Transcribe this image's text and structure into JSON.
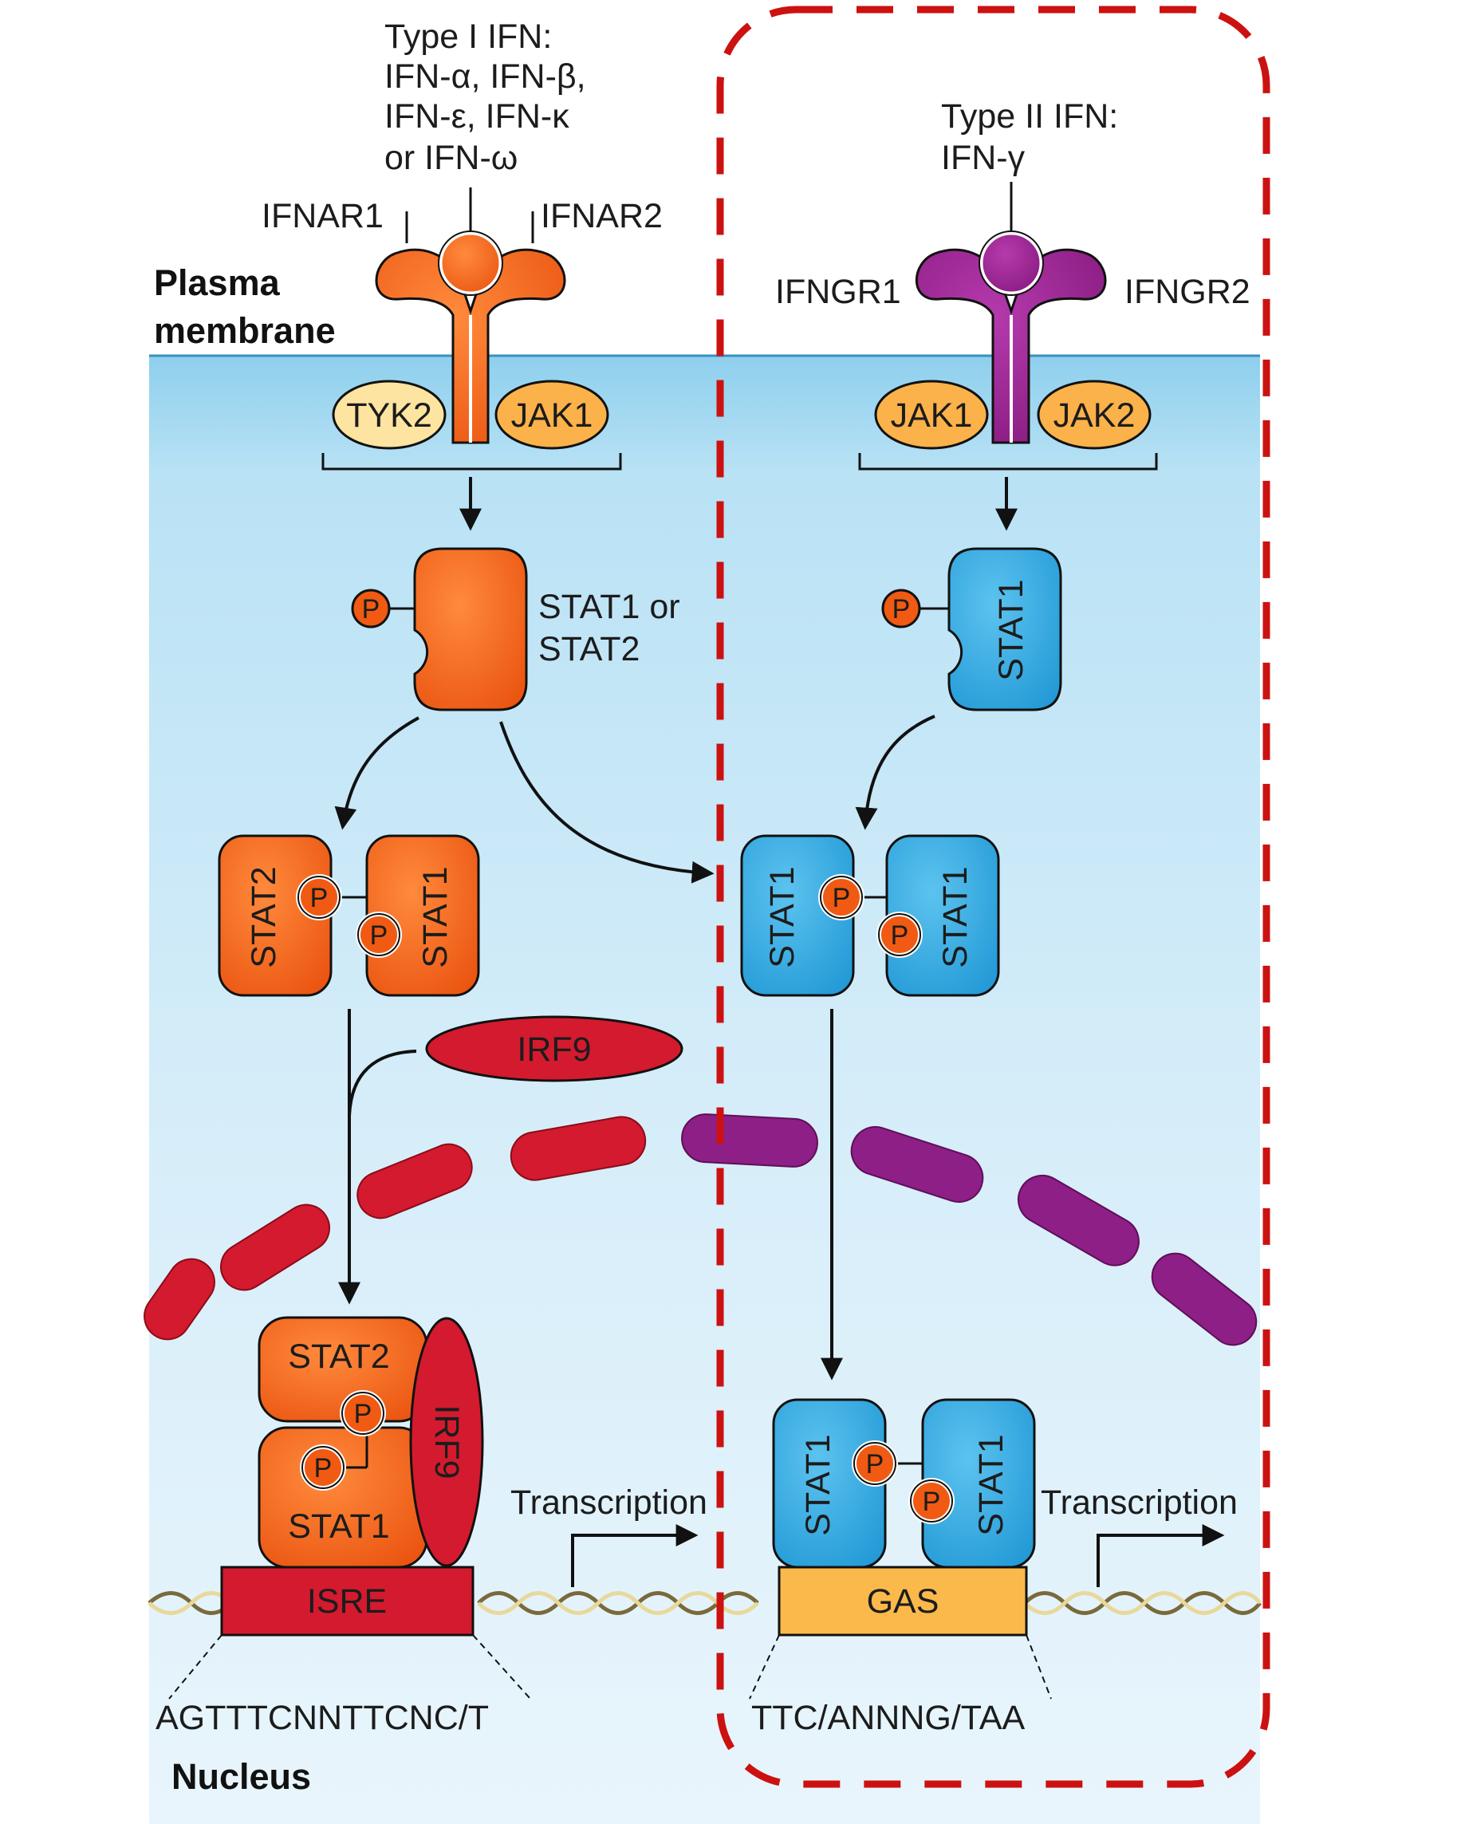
{
  "type1": {
    "title_lines": [
      "Type I IFN:",
      "IFN-α, IFN-β,",
      "IFN-ε, IFN-κ",
      "or IFN-ω"
    ],
    "receptor_left": "IFNAR1",
    "receptor_right": "IFNAR2",
    "kinase_left": "TYK2",
    "kinase_right": "JAK1",
    "stat_label_lines": [
      "STAT1 or",
      "STAT2"
    ],
    "dimer_left": "STAT2",
    "dimer_right": "STAT1",
    "irf9": "IRF9",
    "complex_top": "STAT2",
    "complex_bottom": "STAT1",
    "complex_irf9": "IRF9",
    "element": "ISRE",
    "transcription": "Transcription",
    "sequence": "AGTTTCNNTTCNC/T"
  },
  "type2": {
    "title_lines": [
      "Type II IFN:",
      "IFN-γ"
    ],
    "receptor_left": "IFNGR1",
    "receptor_right": "IFNGR2",
    "kinase_left": "JAK1",
    "kinase_right": "JAK2",
    "stat_monomer": "STAT1",
    "dimer_left": "STAT1",
    "dimer_right": "STAT1",
    "complex_left": "STAT1",
    "complex_right": "STAT1",
    "element": "GAS",
    "transcription": "Transcription",
    "sequence": "TTC/ANNNG/TAA"
  },
  "phospho": "P",
  "labels": {
    "plasma_membrane_lines": [
      "Plasma",
      "membrane"
    ],
    "nucleus": "Nucleus"
  },
  "colors": {
    "type1_orange": "#f05a12",
    "type2_purple": "#8e1f86",
    "stat1_blue": "#2aa3dc",
    "irf9_red": "#d41a2e",
    "tyk2_fill": "#fde4a0",
    "jak_fill": "#fbb24a",
    "gas_fill": "#fbb94c",
    "highlight_dash": "#cc1111"
  }
}
